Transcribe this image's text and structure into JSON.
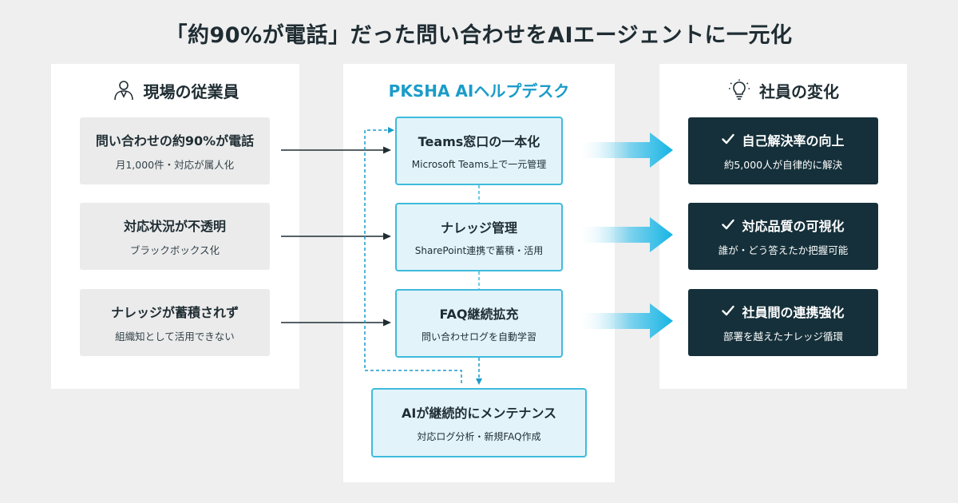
{
  "title": "「約90%が電話」だった問い合わせをAIエージェントに一元化",
  "left_panel": {
    "title": "現場の従業員",
    "icon": "person-icon",
    "items": [
      {
        "title": "問い合わせの約90%が電話",
        "sub": "月1,000件・対応が属人化"
      },
      {
        "title": "対応状況が不透明",
        "sub": "ブラックボックス化"
      },
      {
        "title": "ナレッジが蓄積されず",
        "sub": "組織知として活用できない"
      }
    ]
  },
  "center_panel": {
    "title": "PKSHA AIヘルプデスク",
    "items": [
      {
        "title": "Teams窓口の一本化",
        "sub": "Microsoft Teams上で一元管理"
      },
      {
        "title": "ナレッジ管理",
        "sub": "SharePoint連携で蓄積・活用"
      },
      {
        "title": "FAQ継続拡充",
        "sub": "問い合わせログを自動学習"
      }
    ],
    "maintenance": {
      "title": "AIが継続的にメンテナンス",
      "sub": "対応ログ分析・新規FAQ作成"
    }
  },
  "right_panel": {
    "title": "社員の変化",
    "icon": "lightbulb-icon",
    "items": [
      {
        "title": "自己解決率の向上",
        "sub": "約5,000人が自律的に解決"
      },
      {
        "title": "対応品質の可視化",
        "sub": "誰が・どう答えたか把握可能"
      },
      {
        "title": "社員間の連携強化",
        "sub": "部署を越えたナレッジ循環"
      }
    ]
  },
  "colors": {
    "accent": "#1a9cc9",
    "feature_border": "#3fbbdd",
    "feature_fill": "#e2f4fa",
    "result_fill": "#15303a",
    "problem_fill": "#ebebeb"
  }
}
